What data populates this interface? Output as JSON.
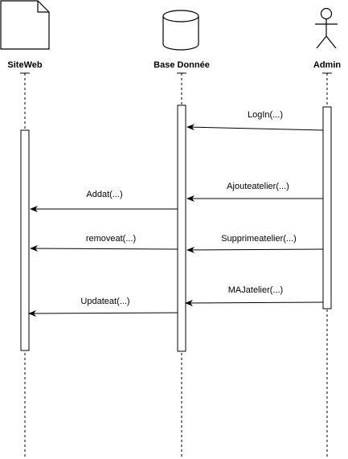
{
  "participants": {
    "siteweb": {
      "name": "SiteWeb",
      "kind": "document"
    },
    "database": {
      "name": "Base Donnée",
      "kind": "database"
    },
    "admin": {
      "name": "Admin",
      "kind": "actor"
    }
  },
  "messages": [
    {
      "label": "LogIn(...)",
      "from": "admin",
      "to": "database",
      "order": 1
    },
    {
      "label": "Ajouteatelier(...)",
      "from": "admin",
      "to": "database",
      "order": 2
    },
    {
      "label": "Addat(...)",
      "from": "database",
      "to": "siteweb",
      "order": 3
    },
    {
      "label": "Supprimeatelier(...)",
      "from": "admin",
      "to": "database",
      "order": 4
    },
    {
      "label": "removeat(...)",
      "from": "database",
      "to": "siteweb",
      "order": 5
    },
    {
      "label": "MAJatelier(...)",
      "from": "admin",
      "to": "database",
      "order": 6
    },
    {
      "label": "Updateat(...)",
      "from": "database",
      "to": "siteweb",
      "order": 7
    }
  ],
  "colors": {
    "stroke": "#000000",
    "background": "#ffffff"
  }
}
